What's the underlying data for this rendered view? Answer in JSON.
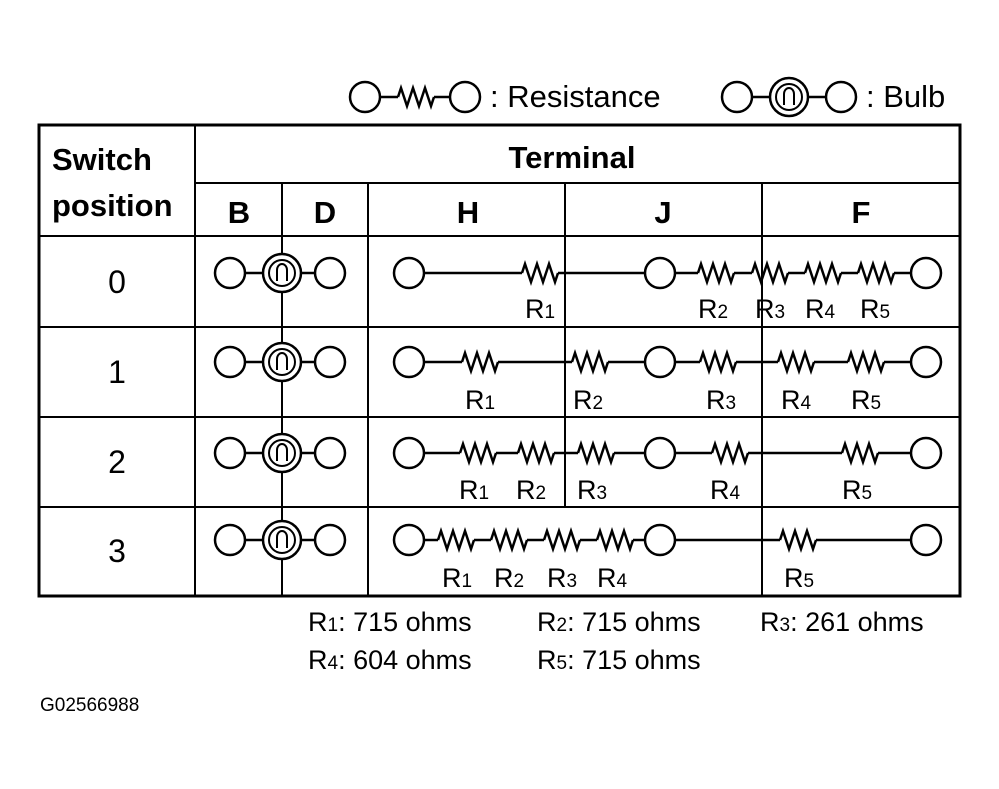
{
  "legend": {
    "resistance_label": ": Resistance",
    "bulb_label": ": Bulb"
  },
  "table": {
    "switch_header_line1": "Switch",
    "switch_header_line2": "position",
    "terminal_header": "Terminal",
    "columns": [
      "B",
      "D",
      "H",
      "J",
      "F"
    ],
    "rows": [
      "0",
      "1",
      "2",
      "3"
    ]
  },
  "resistor_labels": {
    "row0": [
      {
        "main": "R",
        "sub": "1"
      },
      {
        "main": "R",
        "sub": "2"
      },
      {
        "main": "R",
        "sub": "3"
      },
      {
        "main": "R",
        "sub": "4"
      },
      {
        "main": "R",
        "sub": "5"
      }
    ],
    "row1": [
      {
        "main": "R",
        "sub": "1"
      },
      {
        "main": "R",
        "sub": "2"
      },
      {
        "main": "R",
        "sub": "3"
      },
      {
        "main": "R",
        "sub": "4"
      },
      {
        "main": "R",
        "sub": "5"
      }
    ],
    "row2": [
      {
        "main": "R",
        "sub": "1"
      },
      {
        "main": "R",
        "sub": "2"
      },
      {
        "main": "R",
        "sub": "3"
      },
      {
        "main": "R",
        "sub": "4"
      },
      {
        "main": "R",
        "sub": "5"
      }
    ],
    "row3": [
      {
        "main": "R",
        "sub": "1"
      },
      {
        "main": "R",
        "sub": "2"
      },
      {
        "main": "R",
        "sub": "3"
      },
      {
        "main": "R",
        "sub": "4"
      },
      {
        "main": "R",
        "sub": "5"
      }
    ]
  },
  "resistance_values": [
    {
      "name": "R",
      "sub": "1",
      "value": ": 715 ohms"
    },
    {
      "name": "R",
      "sub": "2",
      "value": ": 715 ohms"
    },
    {
      "name": "R",
      "sub": "3",
      "value": ": 261 ohms"
    },
    {
      "name": "R",
      "sub": "4",
      "value": ": 604 ohms"
    },
    {
      "name": "R",
      "sub": "5",
      "value": ": 715 ohms"
    }
  ],
  "figure_code": "G02566988"
}
